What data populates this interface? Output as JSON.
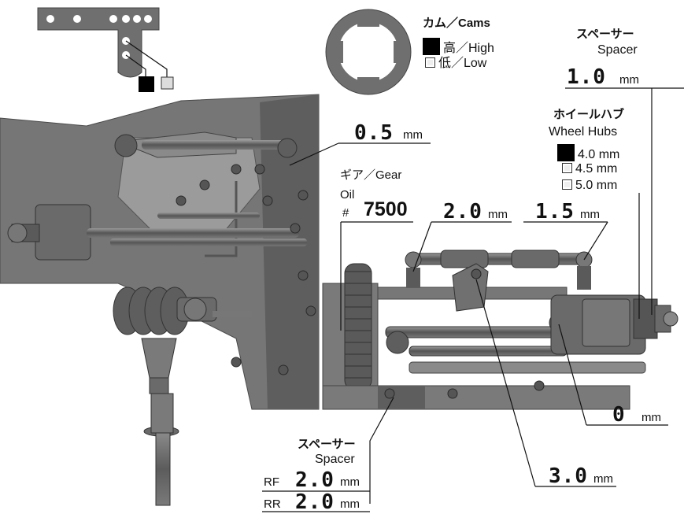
{
  "cams": {
    "title": "カム／Cams",
    "options": [
      {
        "label": "高／High",
        "selected": true
      },
      {
        "label": "低／Low",
        "selected": false
      }
    ]
  },
  "top_spacer": {
    "label_jp": "スペーサー",
    "label_en": "Spacer",
    "value": "1.0",
    "unit": "mm"
  },
  "wheel_hubs": {
    "label_jp": "ホイールハブ",
    "label_en": "Wheel Hubs",
    "options": [
      {
        "label": "4.0 mm",
        "selected": true
      },
      {
        "label": "4.5 mm",
        "selected": false
      },
      {
        "label": "5.0 mm",
        "selected": false
      }
    ]
  },
  "upper_link": {
    "value": "0.5",
    "unit": "mm"
  },
  "gear_oil": {
    "label_jp": "ギア／Gear",
    "label_en": "Oil",
    "prefix": "#",
    "value": "7500"
  },
  "link_left": {
    "value": "2.0",
    "unit": "mm"
  },
  "link_right": {
    "value": "1.5",
    "unit": "mm"
  },
  "lower_right": {
    "value": "0",
    "unit": "mm"
  },
  "lower_center": {
    "value": "3.0",
    "unit": "mm"
  },
  "bottom_spacer": {
    "label_jp": "スペーサー",
    "label_en": "Spacer",
    "rows": [
      {
        "prefix": "RF",
        "value": "2.0",
        "unit": "mm"
      },
      {
        "prefix": "RR",
        "value": "2.0",
        "unit": "mm"
      }
    ]
  },
  "colors": {
    "part": "#6e6e6e",
    "part_dark": "#4a4a4a",
    "part_light": "#9a9a9a",
    "line": "#111111"
  }
}
